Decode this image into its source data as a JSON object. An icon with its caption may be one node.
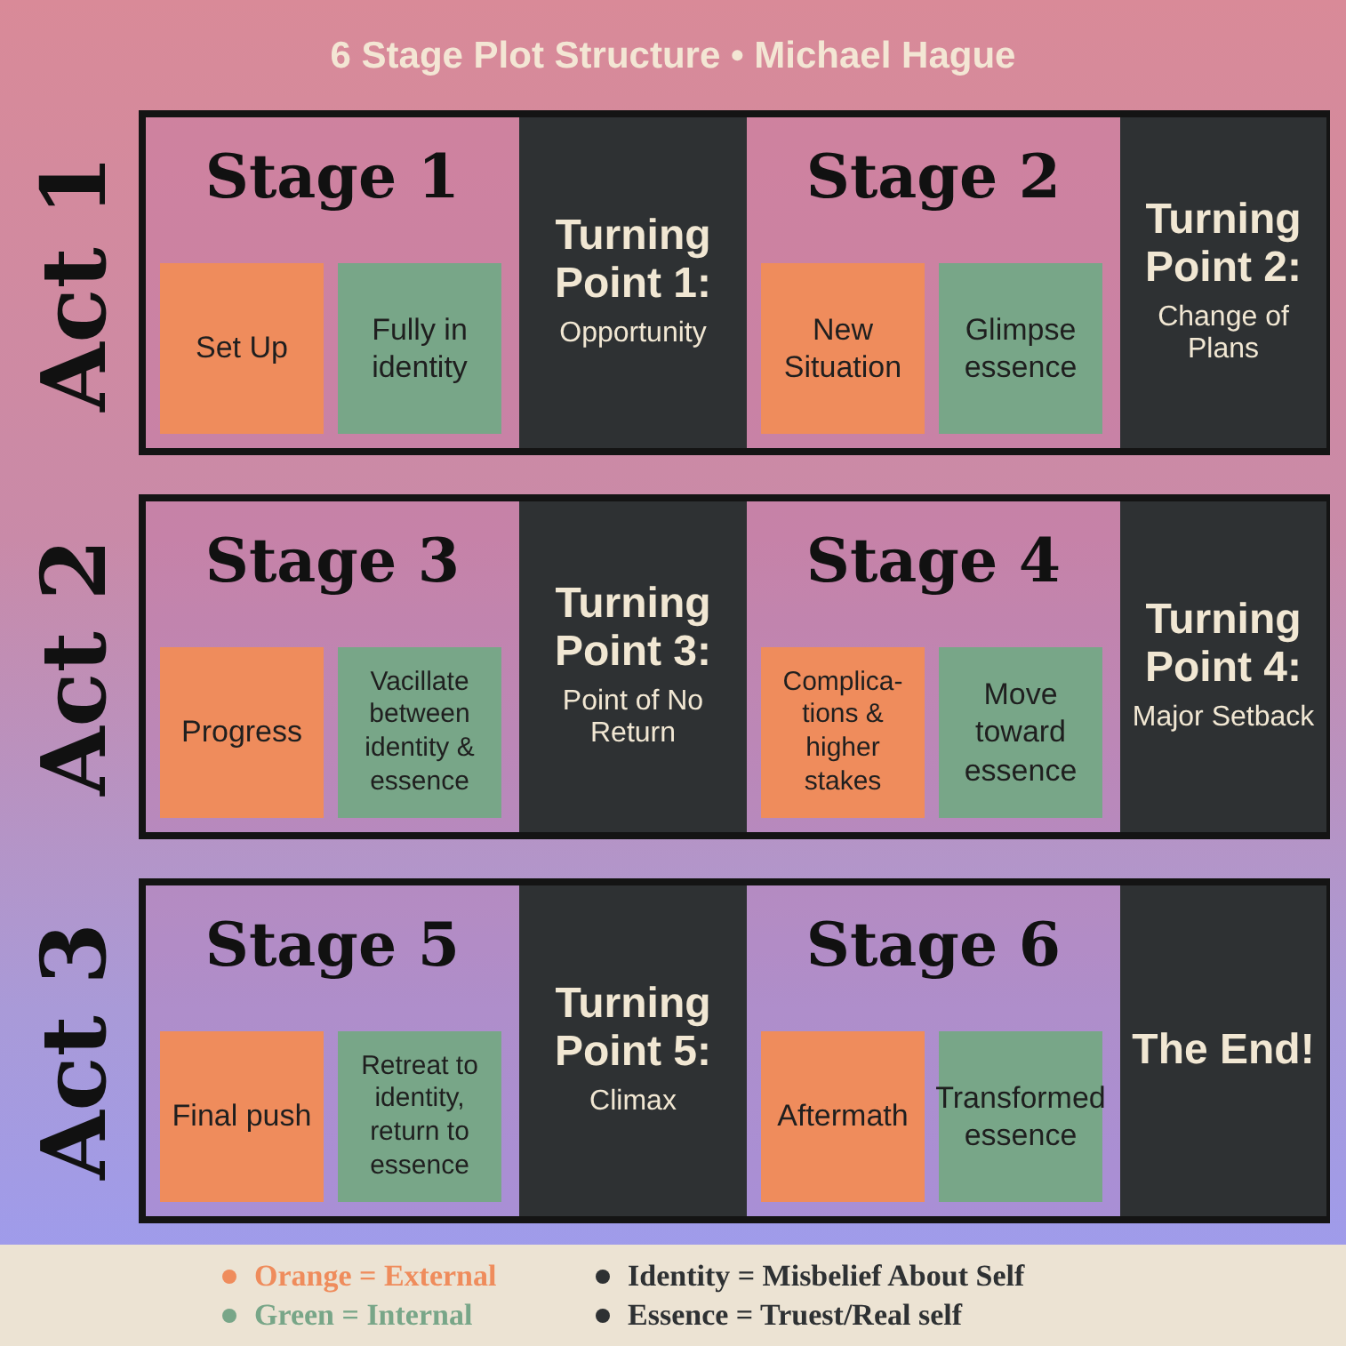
{
  "diagram": {
    "title": "6 Stage Plot Structure • Michael Hague",
    "nodes": [
      {
        "text": [
          "Act 1"
        ]
      },
      {
        "text": [
          "Stage 1"
        ],
        "in": 0
      },
      {
        "text": [
          "Set Up"
        ],
        "in": 1
      },
      {
        "text": [
          "Fully in identity"
        ],
        "in": 1
      },
      {
        "text": [
          "Turning Point 1:",
          "Opportunity"
        ],
        "in": 0
      },
      {
        "text": [
          "Stage 2"
        ],
        "in": 0
      },
      {
        "text": [
          "New Situation"
        ],
        "in": 5
      },
      {
        "text": [
          "Glimpse essence"
        ],
        "in": 5
      },
      {
        "text": [
          "Turning Point 2:",
          "Change of Plans"
        ],
        "in": 0
      },
      {
        "text": [
          "Act 2"
        ]
      },
      {
        "text": [
          "Stage 3"
        ],
        "in": 9
      },
      {
        "text": [
          "Progress"
        ],
        "in": 10
      },
      {
        "text": [
          "Vacillate between identity & essence"
        ],
        "in": 10
      },
      {
        "text": [
          "Turning Point 3:",
          "Point of No Return"
        ],
        "in": 9
      },
      {
        "text": [
          "Stage 4"
        ],
        "in": 9
      },
      {
        "text": [
          "Complica-tions & higher stakes"
        ],
        "in": 14
      },
      {
        "text": [
          "Move toward essence"
        ],
        "in": 14
      },
      {
        "text": [
          "Turning Point 4:",
          "Major Setback"
        ],
        "in": 9
      },
      {
        "text": [
          "Act 3"
        ]
      },
      {
        "text": [
          "Stage 5"
        ],
        "in": 18
      },
      {
        "text": [
          "Final push"
        ],
        "in": 19
      },
      {
        "text": [
          "Retreat to identity, return to essence"
        ],
        "in": 19
      },
      {
        "text": [
          "Turning Point 5:",
          "Climax"
        ],
        "in": 18
      },
      {
        "text": [
          "Stage 6"
        ],
        "in": 18
      },
      {
        "text": [
          "Aftermath"
        ],
        "in": 23
      },
      {
        "text": [
          "Transformed essence"
        ],
        "in": 23
      },
      {
        "text": [
          "The End!"
        ],
        "in": 18
      }
    ],
    "legend": [
      {
        "text": "Orange = External",
        "color": "#ef8c5c"
      },
      {
        "text": "Green = Internal",
        "color": "#78a688"
      },
      {
        "text": "Identity = Misbelief About Self",
        "color": "#2e3133"
      },
      {
        "text": "Essence = Truest/Real self",
        "color": "#2e3133"
      }
    ]
  }
}
